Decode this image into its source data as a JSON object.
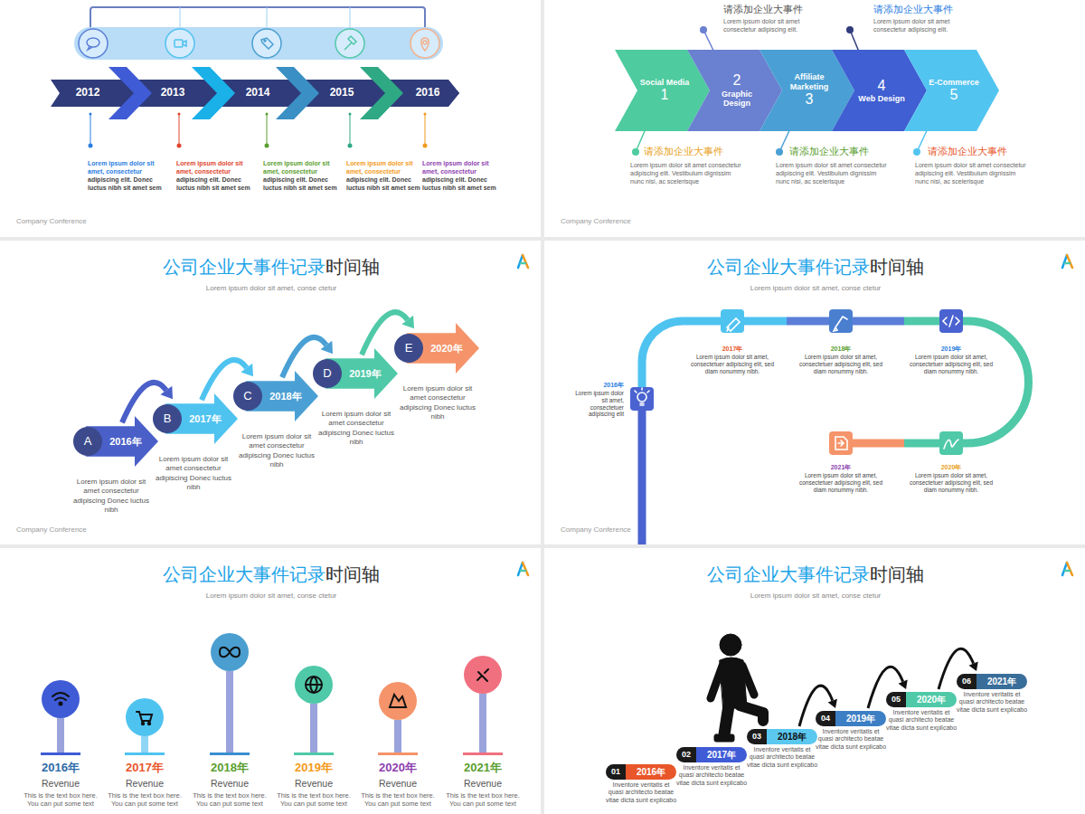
{
  "diagram": {
    "nodes": [
      {
        "text": [
          "2012"
        ]
      },
      {
        "text": [
          "2013"
        ]
      },
      {
        "text": [
          "2014"
        ]
      },
      {
        "text": [
          "2015"
        ]
      },
      {
        "text": [
          "2016"
        ]
      },
      {
        "text": [
          "Social Media",
          "1"
        ]
      },
      {
        "text": [
          "2",
          "Graphic Design"
        ]
      },
      {
        "text": [
          "Affiliate Marketing",
          "3"
        ]
      },
      {
        "text": [
          "4",
          "Web Design"
        ]
      },
      {
        "text": [
          "E-Commerce",
          "5"
        ]
      },
      {
        "text": [
          "2016年"
        ]
      },
      {
        "text": [
          "A"
        ],
        "in": 10
      },
      {
        "text": [
          "2017年"
        ]
      },
      {
        "text": [
          "B"
        ],
        "in": 12
      },
      {
        "text": [
          "2018年"
        ]
      },
      {
        "text": [
          "C"
        ],
        "in": 14
      },
      {
        "text": [
          "2019年"
        ]
      },
      {
        "text": [
          "D"
        ],
        "in": 16
      },
      {
        "text": [
          "2020年"
        ]
      },
      {
        "text": [
          "E"
        ],
        "in": 18
      },
      {
        "text": [
          "01",
          "2016年"
        ]
      },
      {
        "text": [
          "02",
          "2017年"
        ]
      },
      {
        "text": [
          "03",
          "2018年"
        ]
      },
      {
        "text": [
          "04",
          "2019年"
        ]
      },
      {
        "text": [
          "05",
          "2020年"
        ]
      },
      {
        "text": [
          "06",
          "2021年"
        ]
      }
    ],
    "edges": [
      {
        "from": 10,
        "to": 12,
        "arrow": "to"
      },
      {
        "from": 12,
        "to": 14,
        "arrow": "to"
      },
      {
        "from": 14,
        "to": 16,
        "arrow": "to"
      },
      {
        "from": 16,
        "to": 18,
        "arrow": "to"
      },
      {
        "from": 22,
        "to": 23,
        "arrow": "to"
      },
      {
        "from": 23,
        "to": 24,
        "arrow": "to"
      },
      {
        "from": 24,
        "to": 25,
        "arrow": "to"
      }
    ],
    "labels": [
      "Lorem ipsum dolor sit amet, consectetur",
      "adipiscing elit. Donec luctus nibh sit amet sem",
      "Lorem ipsum dolor sit amet, consectetur",
      "adipiscing elit. Donec luctus nibh sit amet sem",
      "Lorem ipsum dolor sit amet, consectetur",
      "adipiscing elit. Donec luctus nibh sit amet sem",
      "Lorem ipsum dolor sit amet, consectetur",
      "adipiscing elit. Donec luctus nibh sit amet sem",
      "Lorem ipsum dolor sit amet, consectetur",
      "adipiscing elit. Donec luctus nibh sit amet sem",
      "Company Conference",
      "请添加企业大事件",
      "Lorem ipsum dolor sit amet consectetur adipiscing elit.",
      "请添加企业大事件",
      "Lorem ipsum dolor sit amet consectetur adipiscing elit.",
      "请添加企业大事件",
      "Lorem ipsum dolor sit amet consectetur adipiscing elit. Vestibulum dignissim nunc nisi, ac scelerisque",
      "请添加企业大事件",
      "Lorem ipsum dolor sit amet consectetur adipiscing elit. Vestibulum dignissim nunc nisi, ac scelerisque",
      "请添加企业大事件",
      "Lorem ipsum dolor sit amet consectetur adipiscing elit. Vestibulum dignissim nunc nisi, ac scelerisque",
      "Company Conference",
      "公司企业大事件记录",
      "时间轴",
      "Lorem ipsum dolor sit amet, conse ctetur",
      "Lorem ipsum dolor sit amet consectetur adipiscing Donec luctus nibh",
      "Lorem ipsum dolor sit amet consectetur adipiscing Donec luctus nibh",
      "Lorem ipsum dolor sit amet consectetur adipiscing Donec luctus nibh",
      "Lorem ipsum dolor sit amet consectetur adipiscing Donec luctus nibh",
      "Lorem ipsum dolor sit amet consectetur adipiscing Donec luctus nibh",
      "Company Conference",
      "公司企业大事件记录",
      "时间轴",
      "Lorem ipsum dolor sit amet, conse ctetur",
      "2016年",
      "Lorem ipsum dolor sit amet, consectetuer adipiscing elit",
      "2017年",
      "Lorem ipsum dolor sit amet, consectetuer adipiscing elit, sed diam nonummy nibh.",
      "2018年",
      "Lorem ipsum dolor sit amet, consectetuer adipiscing elit, sed diam nonummy nibh.",
      "2019年",
      "Lorem ipsum dolor sit amet, consectetuer adipiscing elit, sed diam nonummy nibh.",
      "2021年",
      "Lorem ipsum dolor sit amet, consectetuer adipiscing elit, sed diam nonummy nibh.",
      "2020年",
      "Lorem ipsum dolor sit amet, consectetuer adipiscing elit, sed diam nonummy nibh.",
      "Company Conference",
      "公司企业大事件记录",
      "时间轴",
      "Lorem ipsum dolor sit amet, conse ctetur",
      "2016年",
      "Revenue",
      "This is the text box here. You can put some text",
      "2017年",
      "Revenue",
      "This is the text box here. You can put some text",
      "2018年",
      "Revenue",
      "This is the text box here. You can put some text",
      "2019年",
      "Revenue",
      "This is the text box here. You can put some text",
      "2020年",
      "Revenue",
      "This is the text box here. You can put some text",
      "2021年",
      "Revenue",
      "This is the text box here. You can put some text",
      "公司企业大事件记录",
      "时间轴",
      "Lorem ipsum dolor sit amet, conse ctetur",
      "Inventore veritatis et quasi architecto beatae vitae dicta sunt explicabo",
      "Inventore veritatis et quasi architecto beatae vitae dicta sunt explicabo",
      "Inventore veritatis et quasi architecto beatae vitae dicta sunt explicabo",
      "Inventore veritatis et quasi architecto beatae vitae dicta sunt explicabo",
      "Inventore veritatis et quasi architecto beatae vitae dicta sunt explicabo",
      "Inventore veritatis et quasi architecto beatae vitae dicta sunt explicabo"
    ]
  }
}
